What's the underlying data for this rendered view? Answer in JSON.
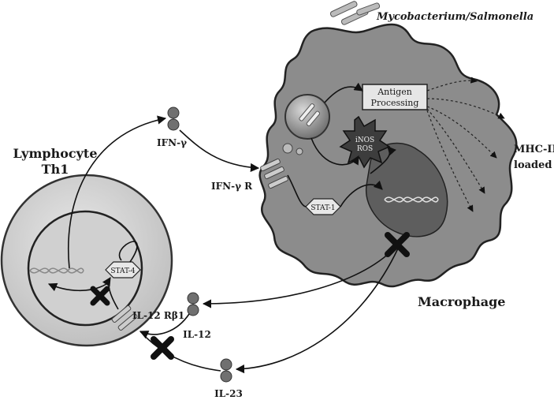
{
  "labels": {
    "pathogen": "Mycobacterium/Salmonella",
    "antigen_processing_line1": "Antigen",
    "antigen_processing_line2": "Processing",
    "inos": "iNOS",
    "ros": "ROS",
    "mhc_line1": "MHC-II",
    "mhc_line2": "loaded",
    "lymphocyte_line1": "Lymphocyte",
    "lymphocyte_line2": "Th1",
    "ifn_gamma": "IFN-γ",
    "ifn_gamma_receptor": "IFN-γ R",
    "stat1": "STAT-1",
    "stat4": "STAT-4",
    "macrophage": "Macrophage",
    "il12_receptor": "IL-12 Rβ1",
    "il12": "IL-12",
    "il23": "IL-23"
  },
  "colors": {
    "macrophage_fill": "#8c8c8c",
    "nucleus_fill": "#5e5e5e",
    "lymphocyte_fill": "#d6d6d6",
    "cytokine_fill": "#707070",
    "block_mark": "#111111"
  }
}
